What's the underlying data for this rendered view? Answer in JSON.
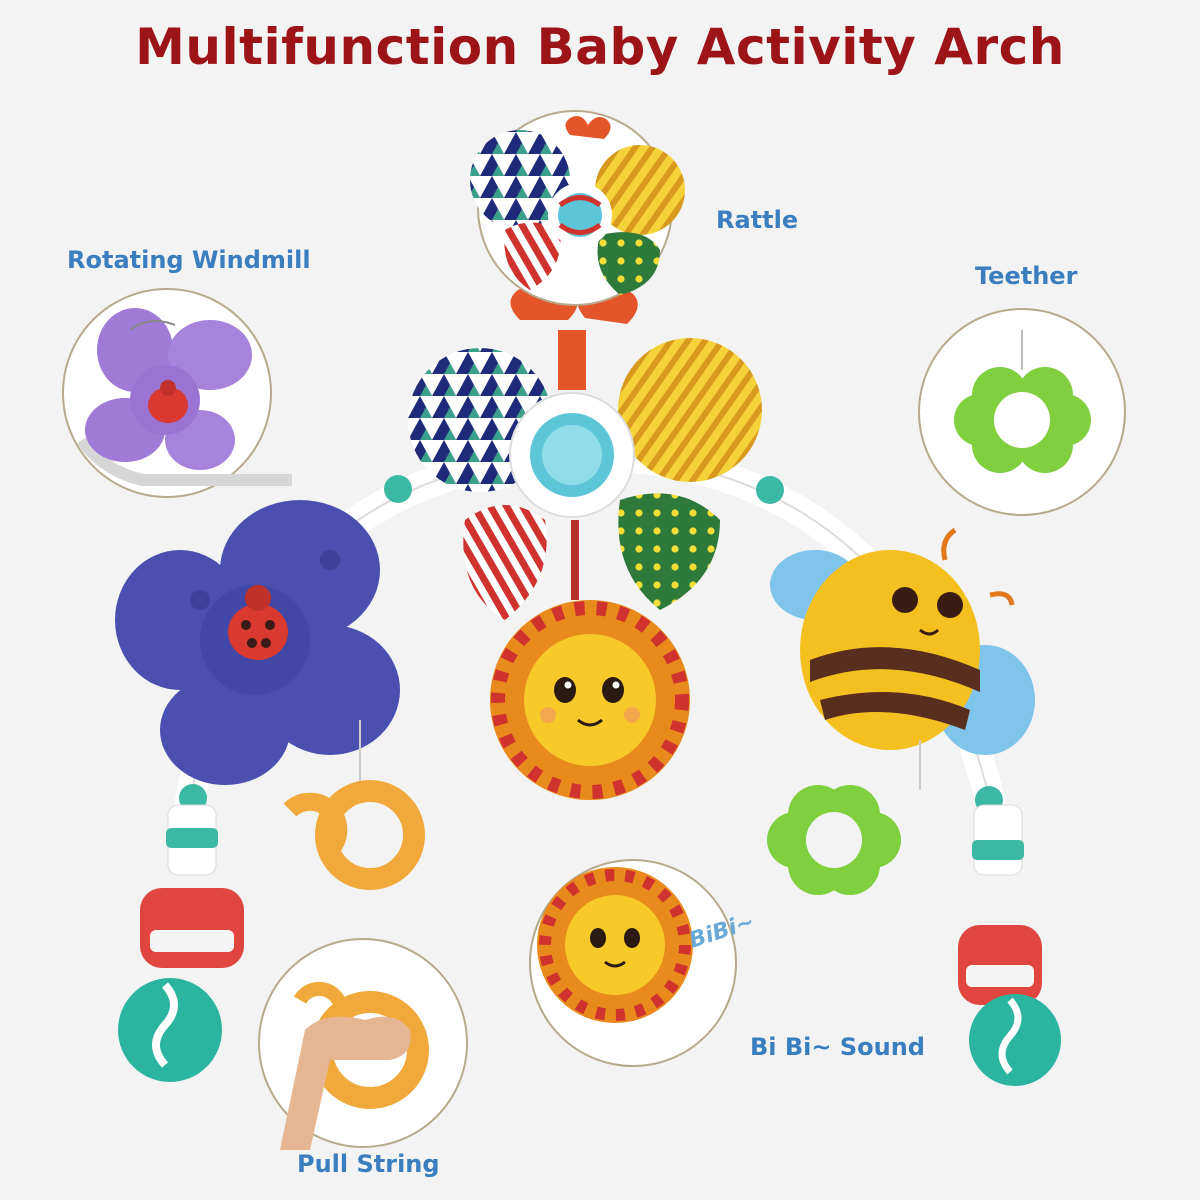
{
  "title": "Multifunction Baby Activity Arch",
  "features": {
    "rattle": "Rattle",
    "windmill": "Rotating Windmill",
    "teether": "Teether",
    "sound": "Bi Bi~ Sound",
    "pull": "Pull String"
  },
  "sound_text": "BiBi~",
  "colors": {
    "title": "#9c1417",
    "label": "#3a7ebf",
    "windmill": "#4a4fb0",
    "flower_petal": "#e88a1c",
    "flower_face": "#f7c929",
    "bee_body": "#f4c020",
    "bee_wing": "#7fc4ea",
    "teether": "#7fcf3e",
    "ring": "#f0a93a",
    "clip_red": "#e0463f",
    "clip_teal": "#2bb5a0"
  },
  "icons": [
    "ladybug-icon",
    "flower-icon",
    "bee-icon",
    "windmill-icon",
    "teether-icon",
    "ring-icon",
    "clip-icon",
    "rotate-arrow-icon"
  ]
}
